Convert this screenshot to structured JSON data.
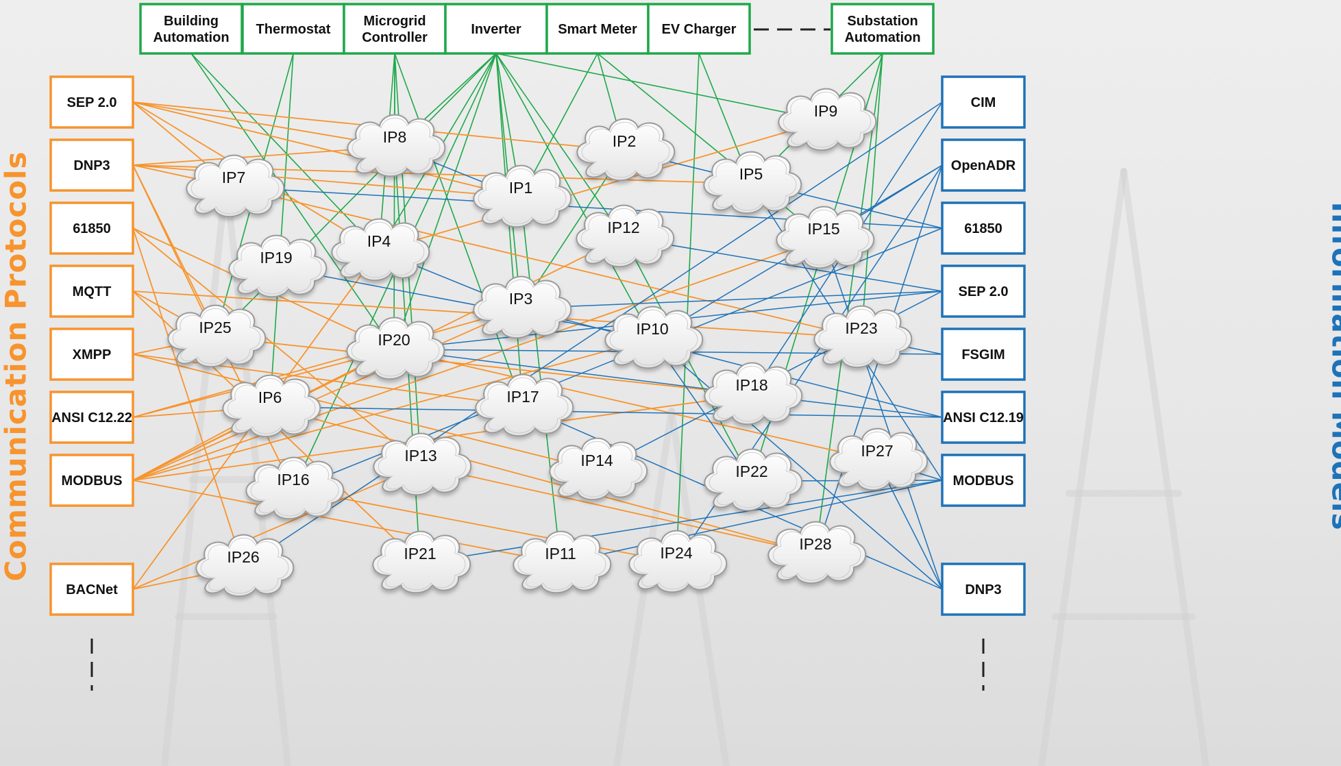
{
  "device_boxes": [
    {
      "id": "d1",
      "lines": [
        "Building",
        "Automation"
      ]
    },
    {
      "id": "d2",
      "lines": [
        "Thermostat"
      ]
    },
    {
      "id": "d3",
      "lines": [
        "Microgrid",
        "Controller"
      ]
    },
    {
      "id": "d4",
      "lines": [
        "Inverter"
      ]
    },
    {
      "id": "d5",
      "lines": [
        "Smart Meter"
      ]
    },
    {
      "id": "d6",
      "lines": [
        "EV Charger"
      ]
    },
    {
      "id": "d7",
      "lines": [
        "Substation",
        "Automation"
      ]
    }
  ],
  "communication_protocols": {
    "title": "Communication Protocols",
    "items": [
      "SEP 2.0",
      "DNP3",
      "61850",
      "MQTT",
      "XMPP",
      "ANSI C12.22",
      "MODBUS",
      "BACNet"
    ]
  },
  "information_models": {
    "title": "Information Models",
    "items": [
      "CIM",
      "OpenADR",
      "61850",
      "SEP 2.0",
      "FSGIM",
      "ANSI C12.19",
      "MODBUS",
      "DNP3"
    ]
  },
  "ip_nodes": [
    "IP1",
    "IP2",
    "IP3",
    "IP4",
    "IP5",
    "IP6",
    "IP7",
    "IP8",
    "IP9",
    "IP10",
    "IP11",
    "IP12",
    "IP13",
    "IP14",
    "IP15",
    "IP16",
    "IP17",
    "IP18",
    "IP19",
    "IP20",
    "IP21",
    "IP22",
    "IP23",
    "IP24",
    "IP25",
    "IP26",
    "IP27",
    "IP28"
  ],
  "colors": {
    "device": "#1fa84a",
    "protocol": "#f7942d",
    "model": "#1e72b8",
    "cloud_fill": "#f6f6f6",
    "cloud_stroke": "#9a9a9a"
  }
}
